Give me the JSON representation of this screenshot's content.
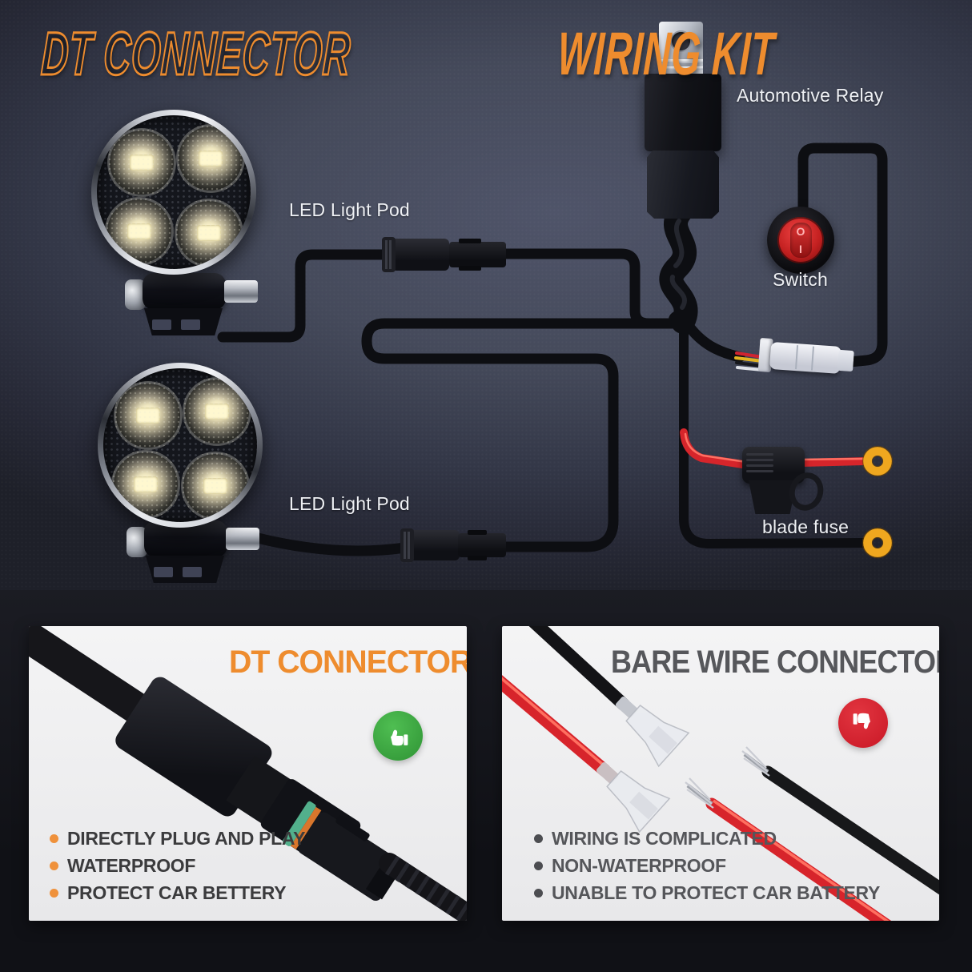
{
  "title": {
    "outline": "DT CONNECTOR",
    "solid": "WIRING KIT"
  },
  "diagram": {
    "relay_label": "Automotive Relay",
    "switch_label": "Switch",
    "switch_marks": {
      "off": "O",
      "on": "I"
    },
    "pod1_label": "LED Light Pod",
    "pod2_label": "LED Light Pod",
    "fuse_label": "blade fuse"
  },
  "comparison": {
    "dt": {
      "heading": "DT CONNECTOR",
      "verdict_icon": "thumbs-up-icon",
      "bullets": [
        "DIRECTLY PLUG AND PLAY",
        "WATERPROOF",
        "PROTECT CAR BETTERY"
      ]
    },
    "bare": {
      "heading": "BARE WIRE CONNECTOR",
      "verdict_icon": "thumbs-down-icon",
      "bullets": [
        "WIRING IS COMPLICATED",
        "NON-WATERPROOF",
        "UNABLE TO PROTECT CAR BATTERY"
      ]
    }
  },
  "colors": {
    "accent_orange": "#ee8c2e",
    "heading_gray": "#56575b",
    "badge_green": "#3aa83f",
    "badge_red": "#d8232e",
    "wire_black": "#0d0e12",
    "wire_red": "#d6252b",
    "ring_terminal_gold": "#efa71f",
    "switch_red": "#d42a2a",
    "background_steel": "#4d5268"
  }
}
